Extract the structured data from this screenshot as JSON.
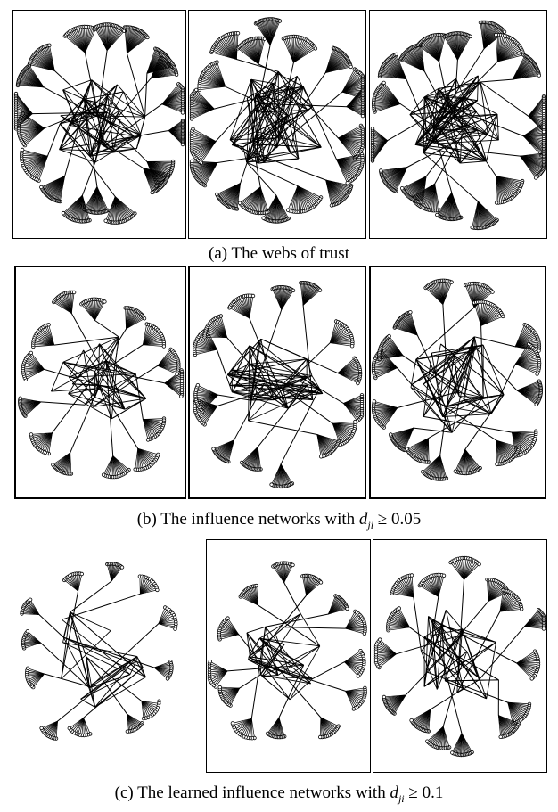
{
  "figure": {
    "rows": [
      {
        "id": "a",
        "caption": "(a) The webs of trust",
        "caption_math": null,
        "panels": [
          {
            "id": "a1",
            "framed": true,
            "density": 0.95
          },
          {
            "id": "a2",
            "framed": true,
            "density": 0.95
          },
          {
            "id": "a3",
            "framed": true,
            "density": 1.0
          }
        ]
      },
      {
        "id": "b",
        "caption": "(b) The influence networks with",
        "caption_math": {
          "symbol": "d",
          "subscript": "ji",
          "relation": "≥",
          "value": "0.05"
        },
        "panels": [
          {
            "id": "b1",
            "framed": true,
            "density": 0.6
          },
          {
            "id": "b2",
            "framed": true,
            "density": 0.7
          },
          {
            "id": "b3",
            "framed": true,
            "density": 0.8
          }
        ]
      },
      {
        "id": "c",
        "caption": "(c) The learned influence networks with",
        "caption_math": {
          "symbol": "d",
          "subscript": "ji",
          "relation": "≥",
          "value": "0.1"
        },
        "panels": [
          {
            "id": "c1",
            "framed": false,
            "density": 0.35
          },
          {
            "id": "c2",
            "framed": true,
            "density": 0.5
          },
          {
            "id": "c3",
            "framed": true,
            "density": 0.65
          }
        ]
      }
    ]
  }
}
